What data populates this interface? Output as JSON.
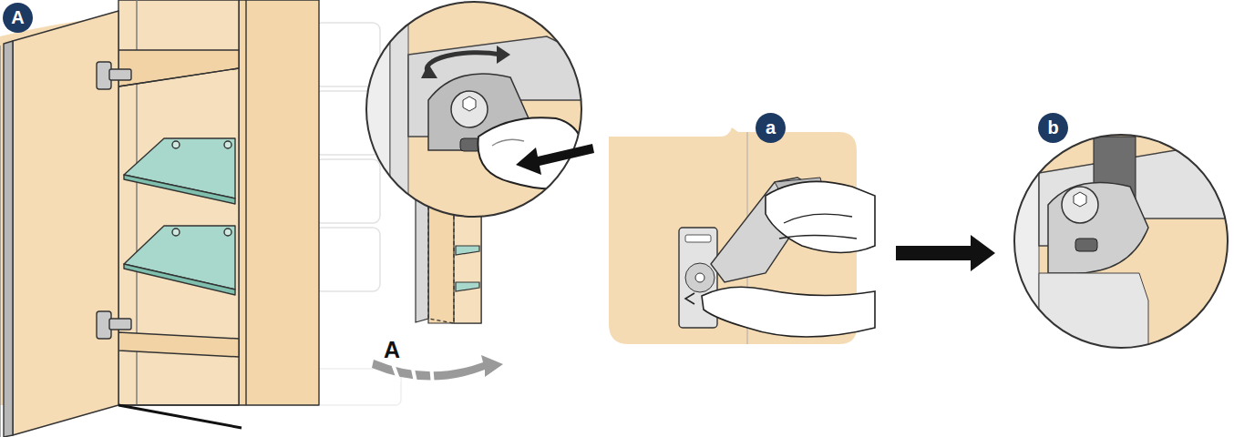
{
  "diagram": {
    "nodes": [
      {
        "text": [
          "A"
        ]
      },
      {
        "text": [
          "a"
        ]
      },
      {
        "text": [
          "b"
        ]
      }
    ],
    "labels": [
      "A"
    ]
  }
}
